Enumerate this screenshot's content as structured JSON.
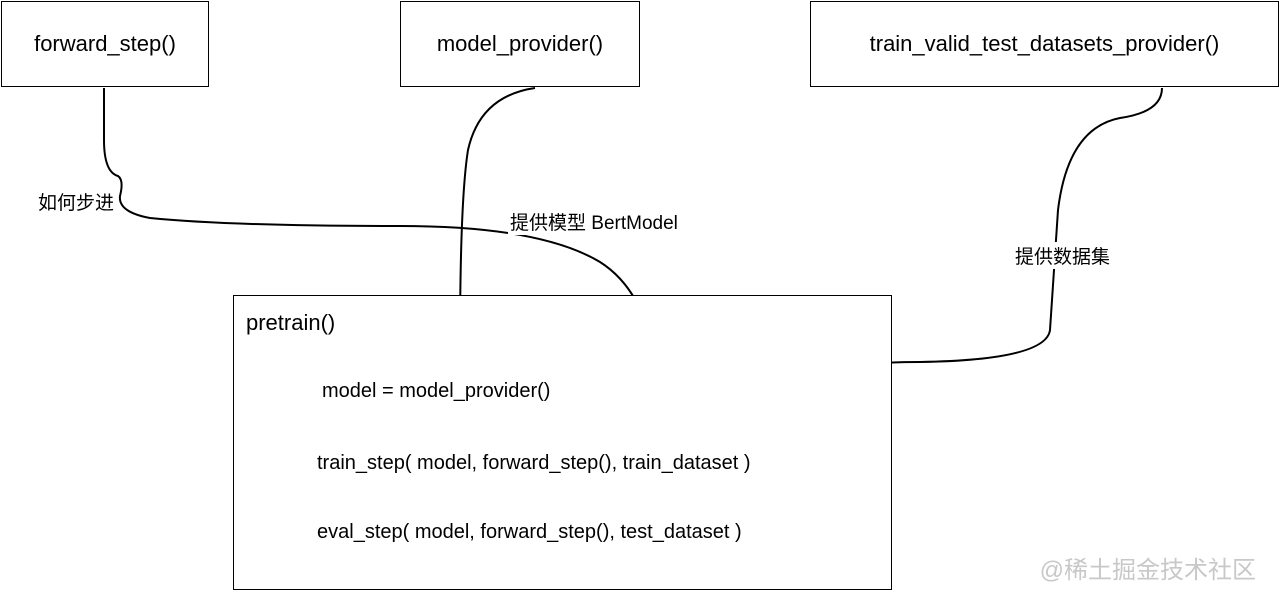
{
  "nodes": {
    "forward_step": "forward_step()",
    "model_provider": "model_provider()",
    "datasets_provider": "train_valid_test_datasets_provider()",
    "pretrain": {
      "title": "pretrain()",
      "lines": [
        "model = model_provider()",
        "train_step( model, forward_step(), train_dataset )",
        "eval_step( model, forward_step(), test_dataset )"
      ]
    }
  },
  "edges": {
    "forward_label": "如何步进",
    "model_label": "提供模型 BertModel",
    "data_label": "提供数据集"
  },
  "watermark": "@稀土掘金技术社区",
  "colors": {
    "stroke": "#000000",
    "background": "#ffffff",
    "watermark": "#c8c8c8"
  }
}
